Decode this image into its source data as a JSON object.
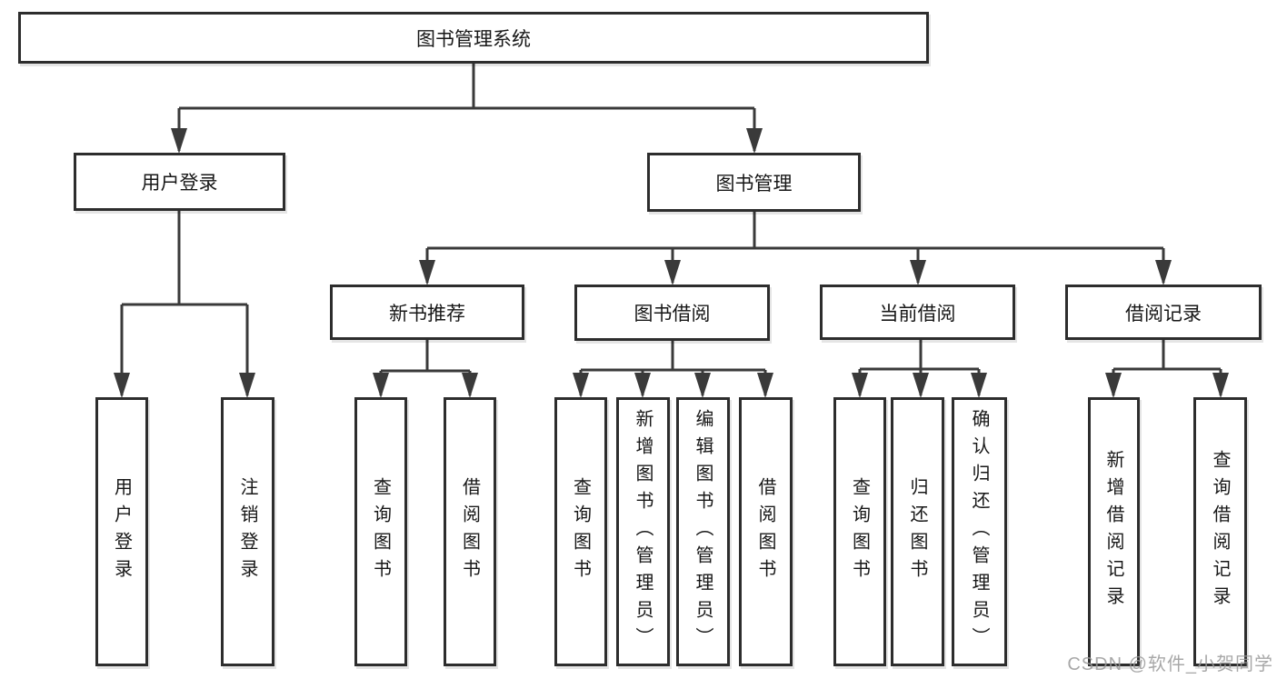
{
  "diagram": {
    "type": "tree",
    "colors": {
      "background": "#ffffff",
      "box_border": "#2d2d2d",
      "connector": "#3a3a3a",
      "text": "#171717",
      "watermark": "#9a9a9a"
    }
  },
  "tree": {
    "label": "图书管理系统",
    "children": [
      {
        "label": "用户登录",
        "children": [
          {
            "label": "用户登录"
          },
          {
            "label": "注销登录"
          }
        ]
      },
      {
        "label": "图书管理",
        "children": [
          {
            "label": "新书推荐",
            "children": [
              {
                "label": "查询图书"
              },
              {
                "label": "借阅图书"
              }
            ]
          },
          {
            "label": "图书借阅",
            "children": [
              {
                "label": "查询图书"
              },
              {
                "label": "新增图书（管理员）"
              },
              {
                "label": "编辑图书（管理员）"
              },
              {
                "label": "借阅图书"
              }
            ]
          },
          {
            "label": "当前借阅",
            "children": [
              {
                "label": "查询图书"
              },
              {
                "label": "归还图书"
              },
              {
                "label": "确认归还（管理员）"
              }
            ]
          },
          {
            "label": "借阅记录",
            "children": [
              {
                "label": "新增借阅记录"
              },
              {
                "label": "查询借阅记录"
              }
            ]
          }
        ]
      }
    ]
  },
  "watermark": {
    "text": "CSDN @软件_小贺同学"
  }
}
